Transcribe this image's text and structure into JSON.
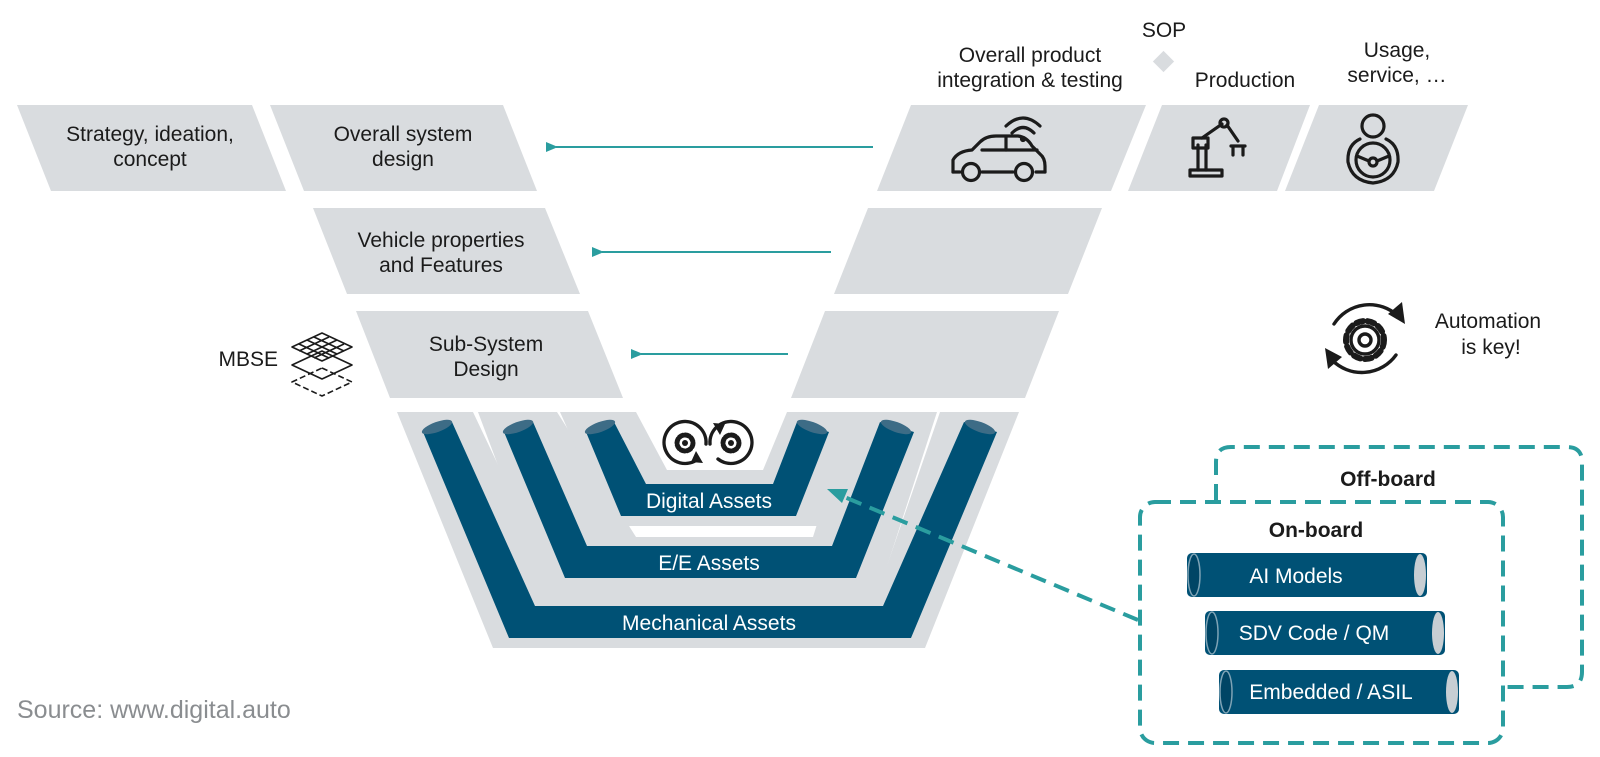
{
  "left_arm": {
    "strategy": [
      "Strategy, ideation,",
      "concept"
    ],
    "system_design": [
      "Overall system",
      "design"
    ],
    "vehicle_properties": [
      "Vehicle properties",
      "and Features"
    ],
    "subsystem": [
      "Sub-System",
      "Design"
    ]
  },
  "right_arm": {
    "integration": [
      "Overall product",
      "integration & testing"
    ],
    "sop": "SOP",
    "production": "Production",
    "usage": [
      "Usage,",
      "service, …"
    ]
  },
  "mbse": {
    "label": "MBSE",
    "icon": "layers-grid-icon"
  },
  "assets": {
    "digital": "Digital Assets",
    "ee": "E/E Assets",
    "mechanical": "Mechanical Assets",
    "icon": "gears-cycle-icon"
  },
  "automation": {
    "lines": [
      "Automation",
      "is key!"
    ],
    "icon": "gear-cycle-icon"
  },
  "onboard": {
    "offboard_title": "Off-board",
    "onboard_title": "On-board",
    "items": [
      "AI Models",
      "SDV Code / QM",
      "Embedded / ASIL"
    ]
  },
  "source": "Source: www.digital.auto",
  "colors": {
    "panel_gray": "#d9dcdf",
    "asset_blue": "#005175",
    "teal_accent": "#2a9d9f"
  },
  "icons": [
    "connected-car-icon",
    "robot-arm-icon",
    "driver-icon",
    "diamond-milestone-icon"
  ]
}
